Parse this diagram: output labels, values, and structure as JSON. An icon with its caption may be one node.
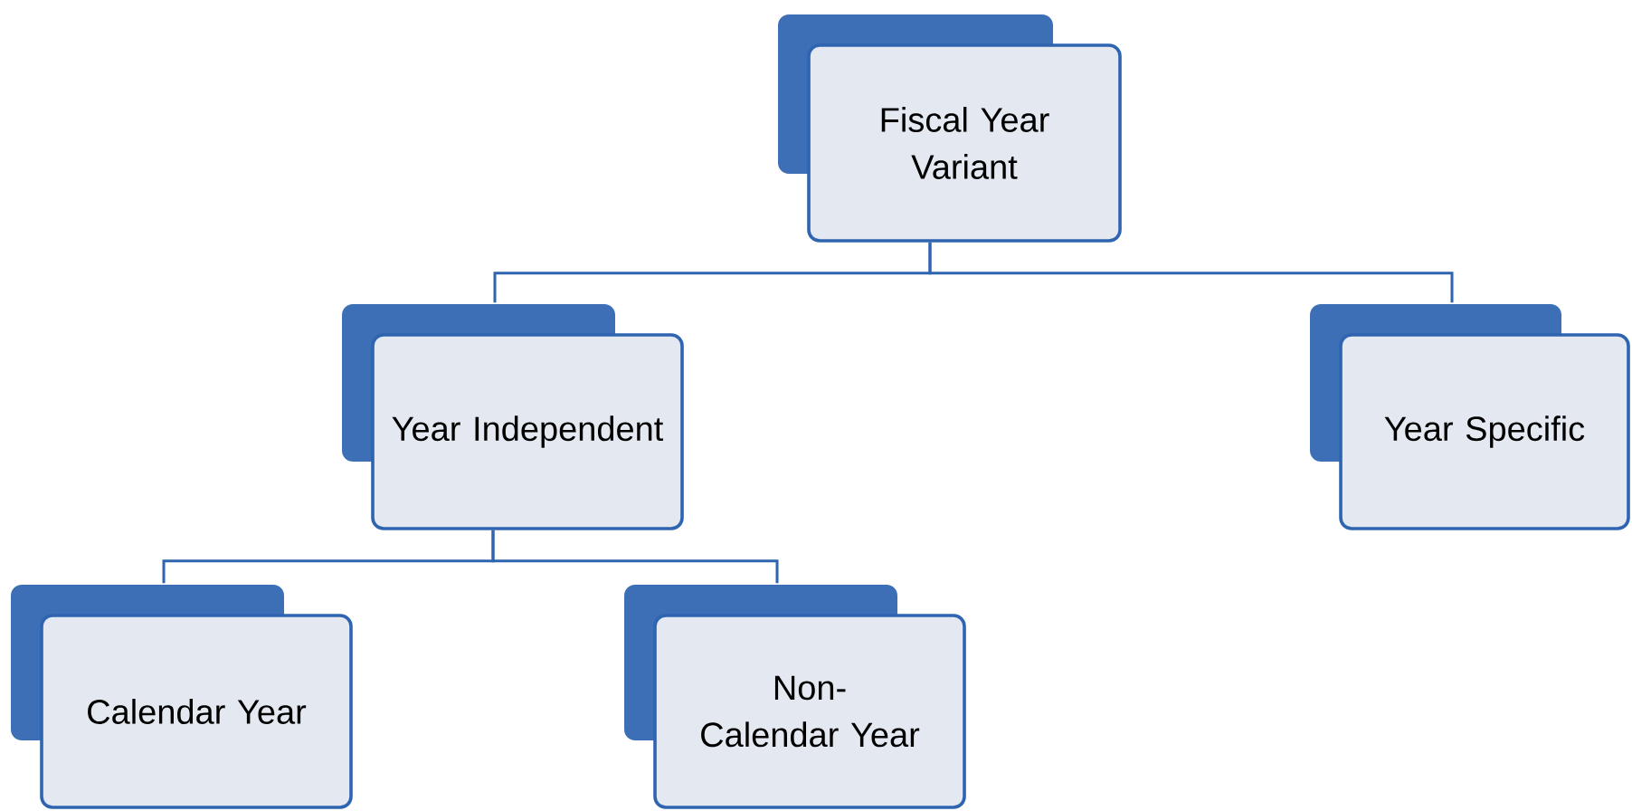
{
  "diagram": {
    "nodes": [
      {
        "text": [
          "Fiscal Year Variant"
        ]
      },
      {
        "text": [
          "Year Independent"
        ]
      },
      {
        "text": [
          "Year Specific"
        ]
      },
      {
        "text": [
          "Calendar Year"
        ]
      },
      {
        "text": [
          "Non-Calendar Year"
        ]
      }
    ],
    "edges": [
      {
        "from": 0,
        "to": 1,
        "arrow": "none"
      },
      {
        "from": 0,
        "to": 2,
        "arrow": "none"
      },
      {
        "from": 1,
        "to": 3,
        "arrow": "none"
      },
      {
        "from": 1,
        "to": 4,
        "arrow": "none"
      }
    ]
  }
}
